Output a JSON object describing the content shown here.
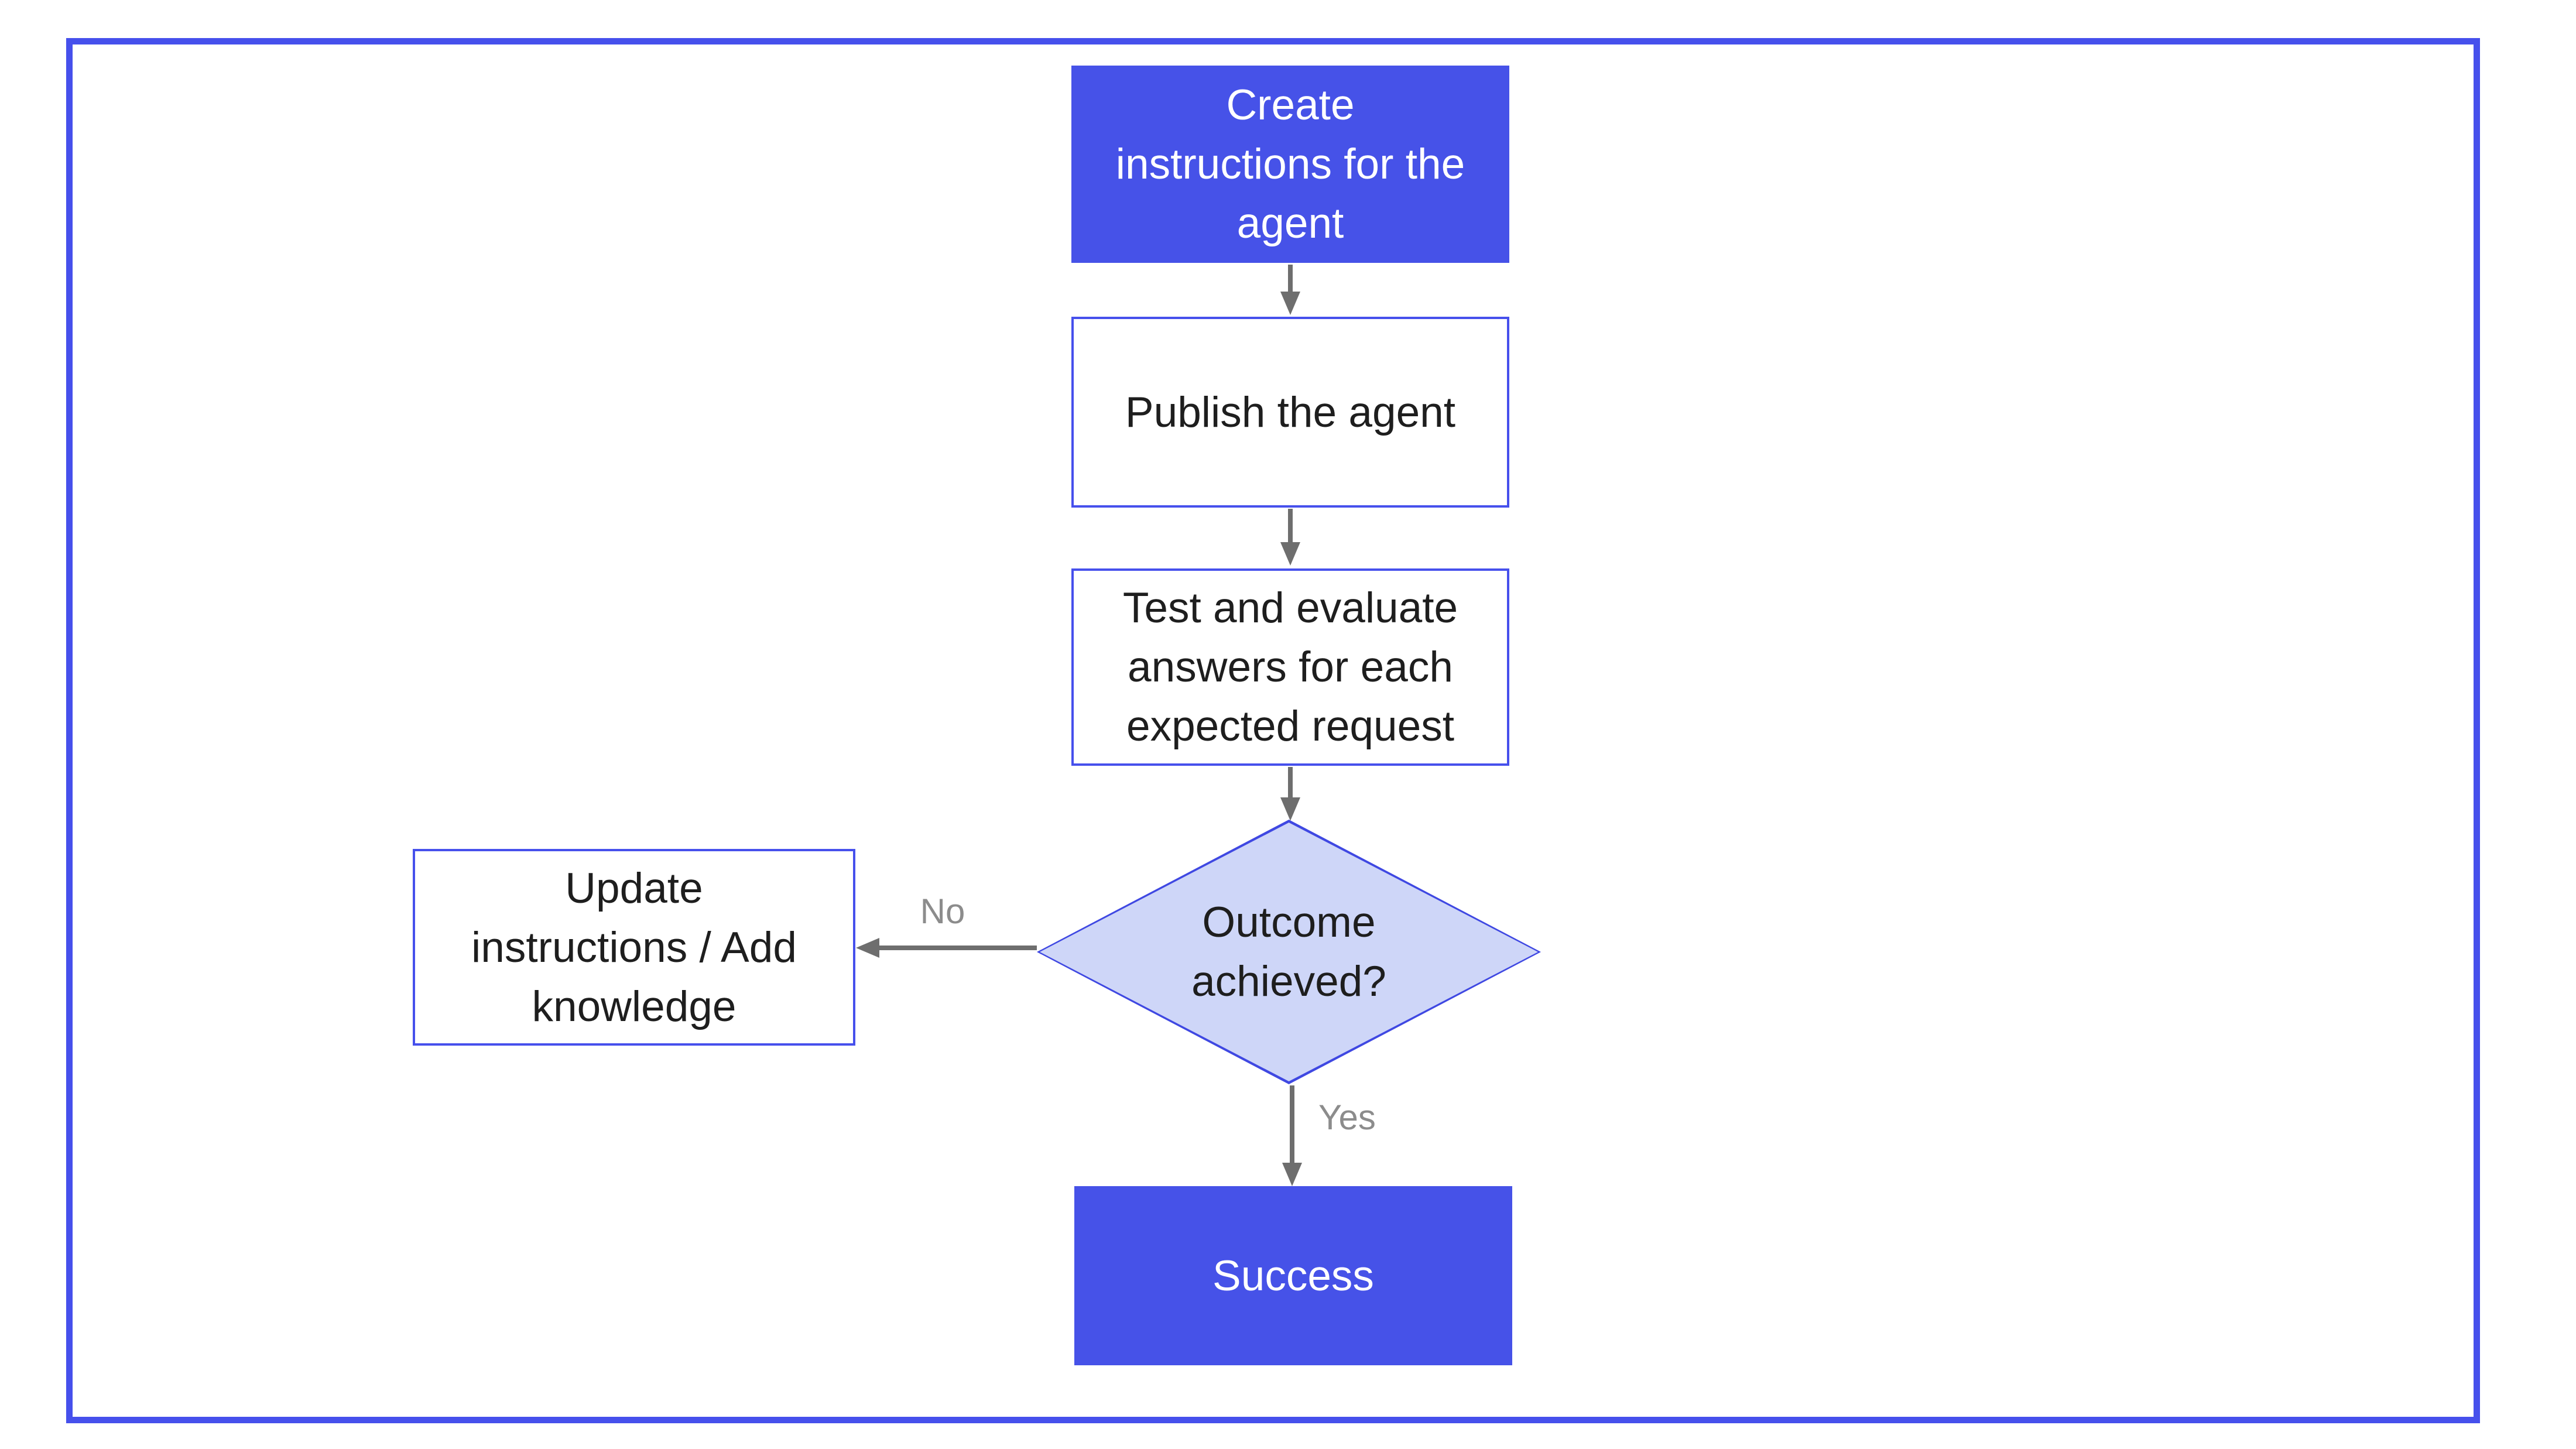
{
  "diagram": {
    "type": "flowchart",
    "nodes": [
      {
        "id": "create",
        "shape": "rectangle",
        "style": "filled-blue",
        "label": "Create\ninstructions for the\nagent"
      },
      {
        "id": "publish",
        "shape": "rectangle",
        "style": "outlined",
        "label": "Publish the agent"
      },
      {
        "id": "test",
        "shape": "rectangle",
        "style": "outlined",
        "label": "Test and evaluate\nanswers for each\nexpected request"
      },
      {
        "id": "outcome",
        "shape": "diamond",
        "style": "light-blue",
        "label": "Outcome\nachieved?"
      },
      {
        "id": "update",
        "shape": "rectangle",
        "style": "outlined",
        "label": "Update\ninstructions / Add\nknowledge"
      },
      {
        "id": "success",
        "shape": "rectangle",
        "style": "filled-blue",
        "label": "Success"
      }
    ],
    "edges": [
      {
        "from": "create",
        "to": "publish",
        "label": ""
      },
      {
        "from": "publish",
        "to": "test",
        "label": ""
      },
      {
        "from": "test",
        "to": "outcome",
        "label": ""
      },
      {
        "from": "outcome",
        "to": "update",
        "label": "No"
      },
      {
        "from": "outcome",
        "to": "success",
        "label": "Yes"
      }
    ],
    "colors": {
      "frame_border": "#4650EC",
      "node_fill_blue": "#4652E8",
      "node_border_blue": "#4650EC",
      "decision_fill": "#CED6F8",
      "decision_border": "#3F48E2",
      "arrow_gray": "#6E6E6E",
      "edge_label_gray": "#8C8C8C",
      "text_dark": "#1E1E1E",
      "text_light": "#FFFFFF",
      "background": "#FFFFFF"
    }
  }
}
